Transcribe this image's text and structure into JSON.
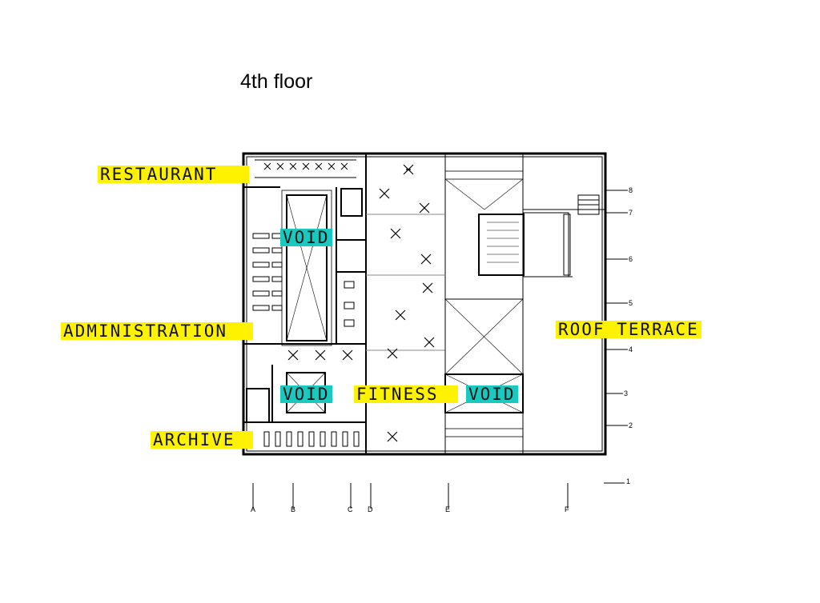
{
  "title": "4th floor",
  "labels": {
    "restaurant": "RESTAURANT",
    "administration": "ADMINISTRATION",
    "archive": "ARCHIVE",
    "roof_terrace": "ROOF TERRACE",
    "fitness": "FITNESS",
    "void": "VOID"
  },
  "grid_columns": [
    "A",
    "B",
    "C",
    "D",
    "E",
    "F"
  ],
  "grid_rows": [
    "1",
    "2",
    "3",
    "4",
    "5",
    "6",
    "7",
    "8"
  ],
  "colors": {
    "highlight_yellow": "#fff200",
    "highlight_cyan": "#19c9c0",
    "line": "#000000"
  }
}
